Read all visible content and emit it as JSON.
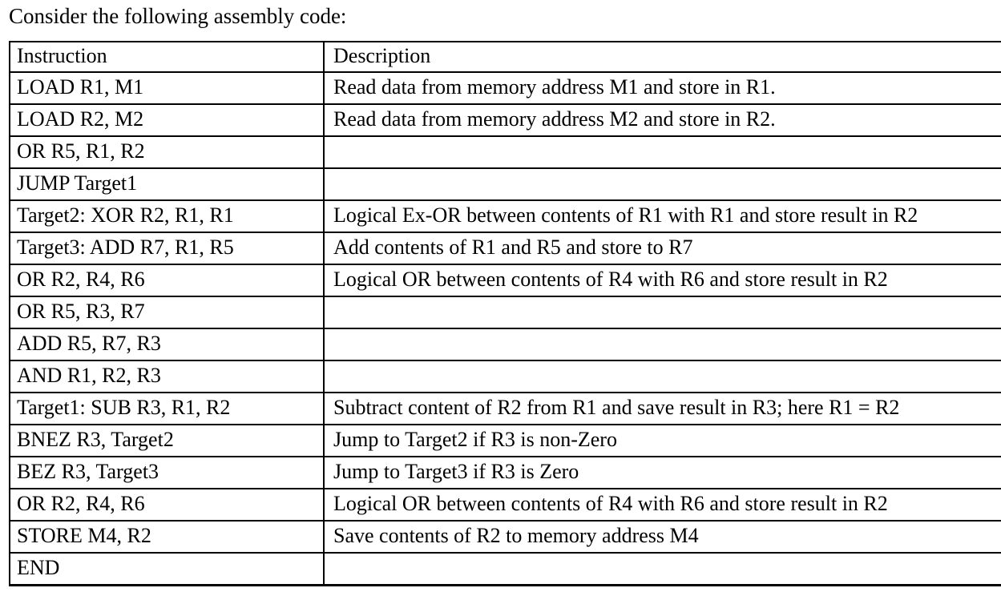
{
  "page": {
    "title": "Consider the following assembly code:"
  },
  "colors": {
    "background": "#ffffff",
    "text": "#000000",
    "border": "#000000"
  },
  "table": {
    "columns": {
      "instruction": "Instruction",
      "description": "Description"
    },
    "rows": [
      {
        "instruction": "LOAD R1, M1",
        "description": "Read data from memory address M1 and store in R1."
      },
      {
        "instruction": "LOAD R2, M2",
        "description": "Read data from memory address M2 and store in R2."
      },
      {
        "instruction": "OR R5, R1, R2",
        "description": ""
      },
      {
        "instruction": "JUMP Target1",
        "description": ""
      },
      {
        "instruction": "Target2: XOR R2, R1, R1",
        "description": "Logical Ex-OR between contents of R1 with R1 and store result in R2"
      },
      {
        "instruction": "Target3: ADD R7, R1, R5",
        "description": "Add contents of R1 and R5 and store to R7"
      },
      {
        "instruction": "OR R2, R4, R6",
        "description": "Logical OR between contents of R4 with R6 and store result in R2"
      },
      {
        "instruction": "OR R5, R3, R7",
        "description": ""
      },
      {
        "instruction": "ADD R5, R7, R3",
        "description": ""
      },
      {
        "instruction": "AND R1, R2, R3",
        "description": ""
      },
      {
        "instruction": "Target1: SUB R3, R1, R2",
        "description": "Subtract content of R2 from R1 and save result in R3; here R1 = R2"
      },
      {
        "instruction": "BNEZ R3, Target2",
        "description": "Jump to Target2 if R3 is non-Zero"
      },
      {
        "instruction": "BEZ R3, Target3",
        "description": "Jump to Target3 if R3 is Zero"
      },
      {
        "instruction": "OR R2, R4, R6",
        "description": "Logical OR between contents of R4 with R6 and store result in R2"
      },
      {
        "instruction": "STORE M4, R2",
        "description": "Save contents of R2 to memory address M4"
      },
      {
        "instruction": "END",
        "description": ""
      }
    ]
  }
}
